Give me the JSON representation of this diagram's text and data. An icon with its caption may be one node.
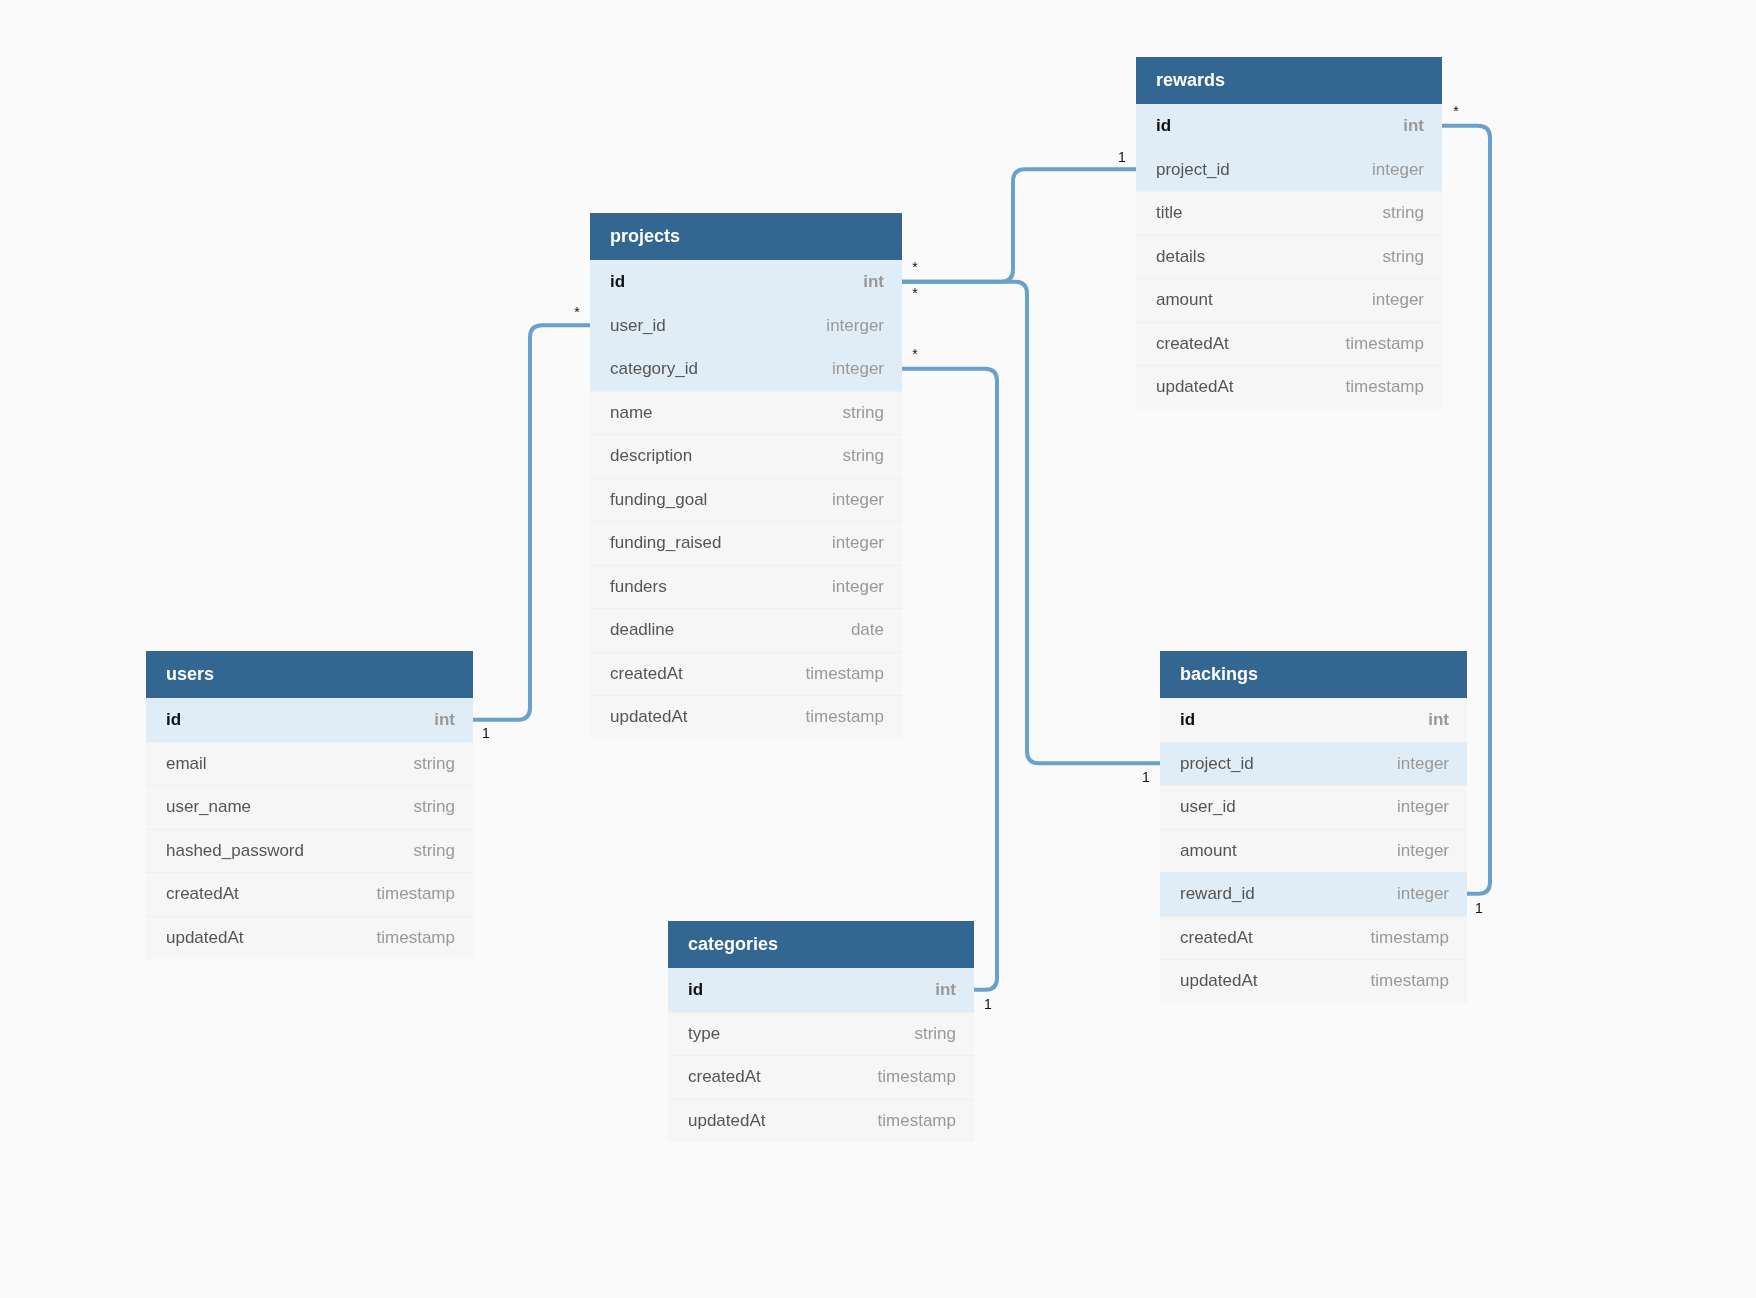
{
  "diagram": {
    "nodes": [
      {
        "text": [
          "rewards"
        ]
      },
      {
        "text": [
          "id",
          "int"
        ],
        "in": 0
      },
      {
        "text": [
          "project_id",
          "integer"
        ],
        "in": 0
      },
      {
        "text": [
          "title",
          "string"
        ],
        "in": 0
      },
      {
        "text": [
          "details",
          "string"
        ],
        "in": 0
      },
      {
        "text": [
          "amount",
          "integer"
        ],
        "in": 0
      },
      {
        "text": [
          "createdAt",
          "timestamp"
        ],
        "in": 0
      },
      {
        "text": [
          "updatedAt",
          "timestamp"
        ],
        "in": 0
      },
      {
        "text": [
          "projects"
        ]
      },
      {
        "text": [
          "id",
          "int"
        ],
        "in": 8
      },
      {
        "text": [
          "user_id",
          "interger"
        ],
        "in": 8
      },
      {
        "text": [
          "category_id",
          "integer"
        ],
        "in": 8
      },
      {
        "text": [
          "name",
          "string"
        ],
        "in": 8
      },
      {
        "text": [
          "description",
          "string"
        ],
        "in": 8
      },
      {
        "text": [
          "funding_goal",
          "integer"
        ],
        "in": 8
      },
      {
        "text": [
          "funding_raised",
          "integer"
        ],
        "in": 8
      },
      {
        "text": [
          "funders",
          "integer"
        ],
        "in": 8
      },
      {
        "text": [
          "deadline",
          "date"
        ],
        "in": 8
      },
      {
        "text": [
          "createdAt",
          "timestamp"
        ],
        "in": 8
      },
      {
        "text": [
          "updatedAt",
          "timestamp"
        ],
        "in": 8
      },
      {
        "text": [
          "users"
        ]
      },
      {
        "text": [
          "id",
          "int"
        ],
        "in": 20
      },
      {
        "text": [
          "email",
          "string"
        ],
        "in": 20
      },
      {
        "text": [
          "user_name",
          "string"
        ],
        "in": 20
      },
      {
        "text": [
          "hashed_password",
          "string"
        ],
        "in": 20
      },
      {
        "text": [
          "createdAt",
          "timestamp"
        ],
        "in": 20
      },
      {
        "text": [
          "updatedAt",
          "timestamp"
        ],
        "in": 20
      },
      {
        "text": [
          "backings"
        ]
      },
      {
        "text": [
          "id",
          "int"
        ],
        "in": 27
      },
      {
        "text": [
          "project_id",
          "integer"
        ],
        "in": 27
      },
      {
        "text": [
          "user_id",
          "integer"
        ],
        "in": 27
      },
      {
        "text": [
          "amount",
          "integer"
        ],
        "in": 27
      },
      {
        "text": [
          "reward_id",
          "integer"
        ],
        "in": 27
      },
      {
        "text": [
          "createdAt",
          "timestamp"
        ],
        "in": 27
      },
      {
        "text": [
          "updatedAt",
          "timestamp"
        ],
        "in": 27
      },
      {
        "text": [
          "categories"
        ]
      },
      {
        "text": [
          "id",
          "int"
        ],
        "in": 35
      },
      {
        "text": [
          "type",
          "string"
        ],
        "in": 35
      },
      {
        "text": [
          "createdAt",
          "timestamp"
        ],
        "in": 35
      },
      {
        "text": [
          "updatedAt",
          "timestamp"
        ],
        "in": 35
      }
    ],
    "edges": [
      {
        "from": 9,
        "to": 2,
        "arrow": "none"
      },
      {
        "from": 9,
        "to": 29,
        "arrow": "none"
      },
      {
        "from": 10,
        "to": 21,
        "arrow": "none"
      },
      {
        "from": 11,
        "to": 36,
        "arrow": "none"
      },
      {
        "from": 1,
        "to": 32,
        "arrow": "none"
      }
    ],
    "labels": [
      "*",
      "1",
      "*",
      "*",
      "*",
      "*",
      "1",
      "1",
      "1",
      "1"
    ]
  }
}
